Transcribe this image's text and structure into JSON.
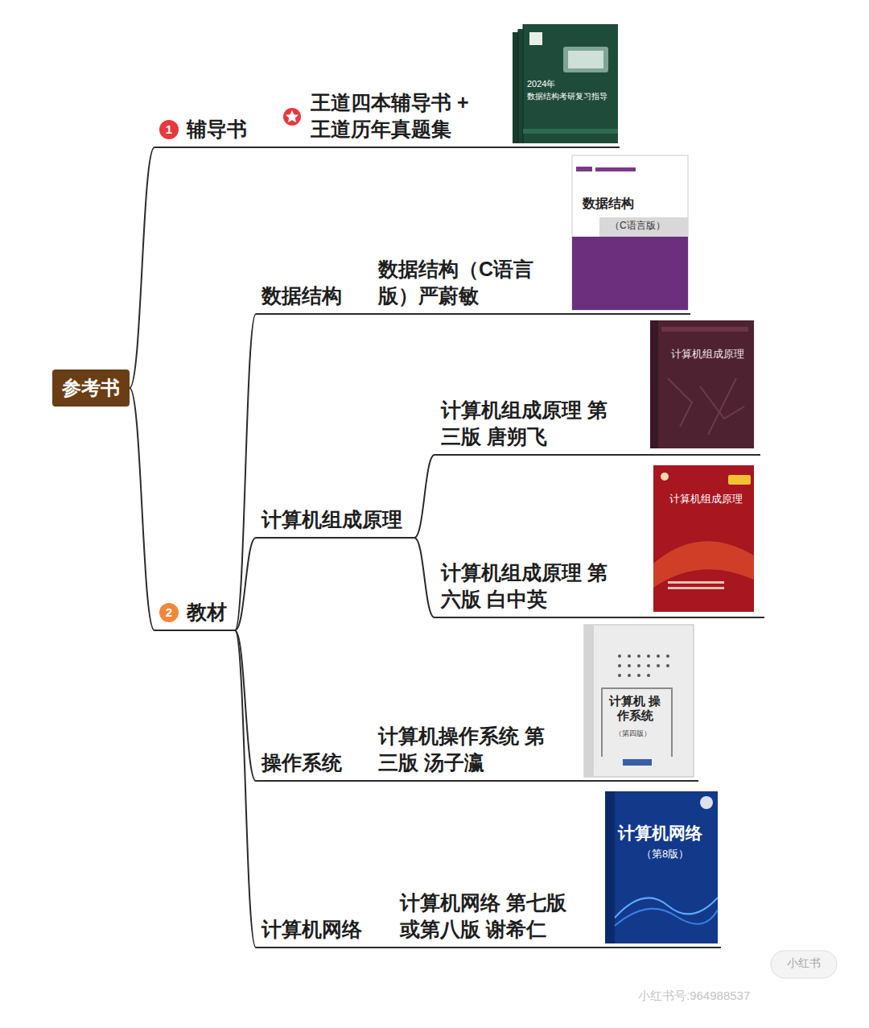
{
  "diagram": {
    "nodes": [
      {
        "text": [
          "参考书"
        ]
      },
      {
        "text": [
          "1",
          "辅导书"
        ]
      },
      {
        "text": [
          "王道四本辅导书 + 王道历年真题集"
        ]
      },
      {
        "text": [
          "2",
          "教材"
        ]
      },
      {
        "text": [
          "数据结构"
        ]
      },
      {
        "text": [
          "数据结构（C语言版）严蔚敏"
        ]
      },
      {
        "text": [
          "计算机组成原理"
        ]
      },
      {
        "text": [
          "计算机组成原理 第三版 唐朔飞"
        ]
      },
      {
        "text": [
          "计算机组成原理 第六版 白中英"
        ]
      },
      {
        "text": [
          "操作系统"
        ]
      },
      {
        "text": [
          "计算机操作系统 第三版 汤子瀛"
        ]
      },
      {
        "text": [
          "计算机网络"
        ]
      },
      {
        "text": [
          "计算机网络 第七版或第八版 谢希仁"
        ]
      }
    ],
    "edges": [
      {
        "from": 0,
        "to": 1,
        "arrow": "none"
      },
      {
        "from": 1,
        "to": 2,
        "arrow": "none"
      },
      {
        "from": 0,
        "to": 3,
        "arrow": "none"
      },
      {
        "from": 3,
        "to": 4,
        "arrow": "none"
      },
      {
        "from": 4,
        "to": 5,
        "arrow": "none"
      },
      {
        "from": 3,
        "to": 6,
        "arrow": "none"
      },
      {
        "from": 6,
        "to": 7,
        "arrow": "none"
      },
      {
        "from": 6,
        "to": 8,
        "arrow": "none"
      },
      {
        "from": 3,
        "to": 9,
        "arrow": "none"
      },
      {
        "from": 9,
        "to": 10,
        "arrow": "none"
      },
      {
        "from": 3,
        "to": 11,
        "arrow": "none"
      },
      {
        "from": 11,
        "to": 12,
        "arrow": "none"
      }
    ],
    "labels": [
      "2024年",
      "数据结构考研复习指导",
      "数据结构",
      "（C语言版）",
      "计算机组成原理",
      "计算机组成原理",
      "计算机 操作系统",
      "（第四版）",
      "计算机网络",
      "（第8版）",
      "小红书",
      "小红书号:964988537"
    ]
  }
}
